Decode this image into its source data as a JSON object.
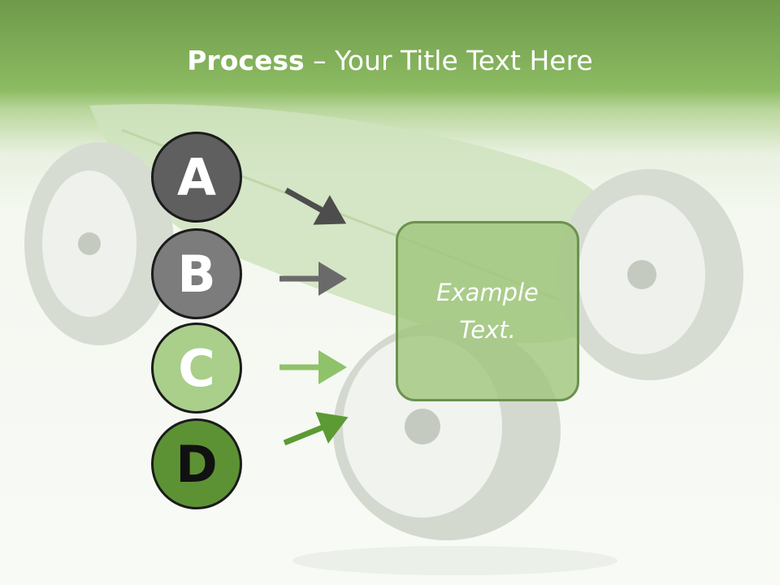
{
  "title": {
    "bold": "Process",
    "rest": " – Your Title Text Here"
  },
  "steps": [
    {
      "letter": "A",
      "color": "#5f5f5f"
    },
    {
      "letter": "B",
      "color": "#7c7c7c"
    },
    {
      "letter": "C",
      "color": "#a9cf8b"
    },
    {
      "letter": "D",
      "color": "#5c9234"
    }
  ],
  "box": {
    "text": "Example Text."
  },
  "colors": {
    "header_green": "#8cbb62",
    "box_fill": "#9ec478",
    "arrow_dark": "#4d4d4d",
    "arrow_grey": "#6a6a6a",
    "arrow_light": "#8fc36a",
    "arrow_green": "#5c9a34"
  }
}
